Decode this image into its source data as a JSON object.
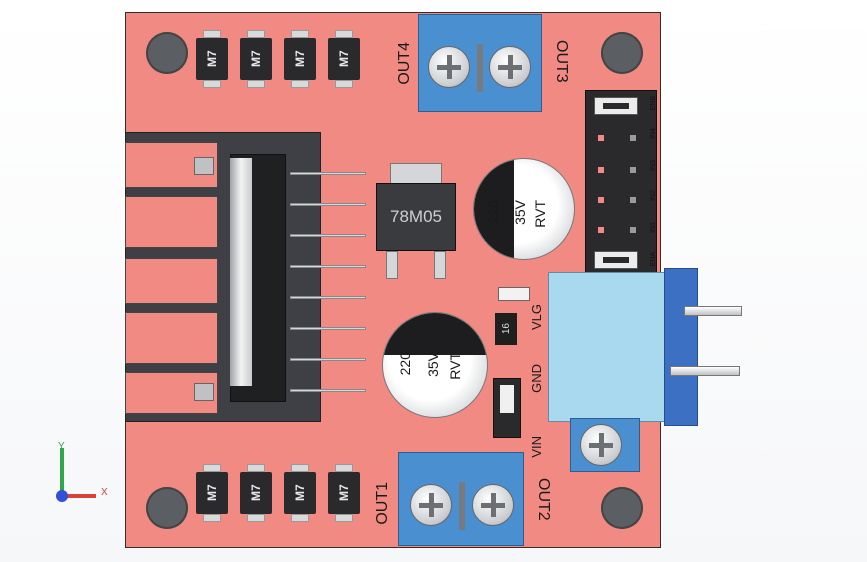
{
  "labels": {
    "out1": "OUT1",
    "out2": "OUT2",
    "out3": "OUT3",
    "out4": "OUT4",
    "vlg": "VLG",
    "gnd": "GND",
    "vin": "VIN"
  },
  "header_pins": {
    "ena": "ENA",
    "in1": "IN1",
    "in2": "IN2",
    "in3": "IN3",
    "in4": "IN4",
    "enb": "ENB"
  },
  "diodes": [
    "M7",
    "M7",
    "M7",
    "M7",
    "M7",
    "M7",
    "M7",
    "M7"
  ],
  "regulator": "78M05",
  "capacitors": [
    {
      "v": "220",
      "r": "35V",
      "t": "RVT"
    },
    {
      "v": "220",
      "r": "35V",
      "t": "RVT"
    }
  ],
  "small_chip": "16",
  "axis": {
    "y": "Y",
    "x": "X"
  },
  "colors": {
    "board": "#f08a82",
    "terminal": "#4a90d0",
    "connector": "#a9d9ef",
    "axis_x": "#d9413d",
    "axis_y": "#2ea84a"
  }
}
